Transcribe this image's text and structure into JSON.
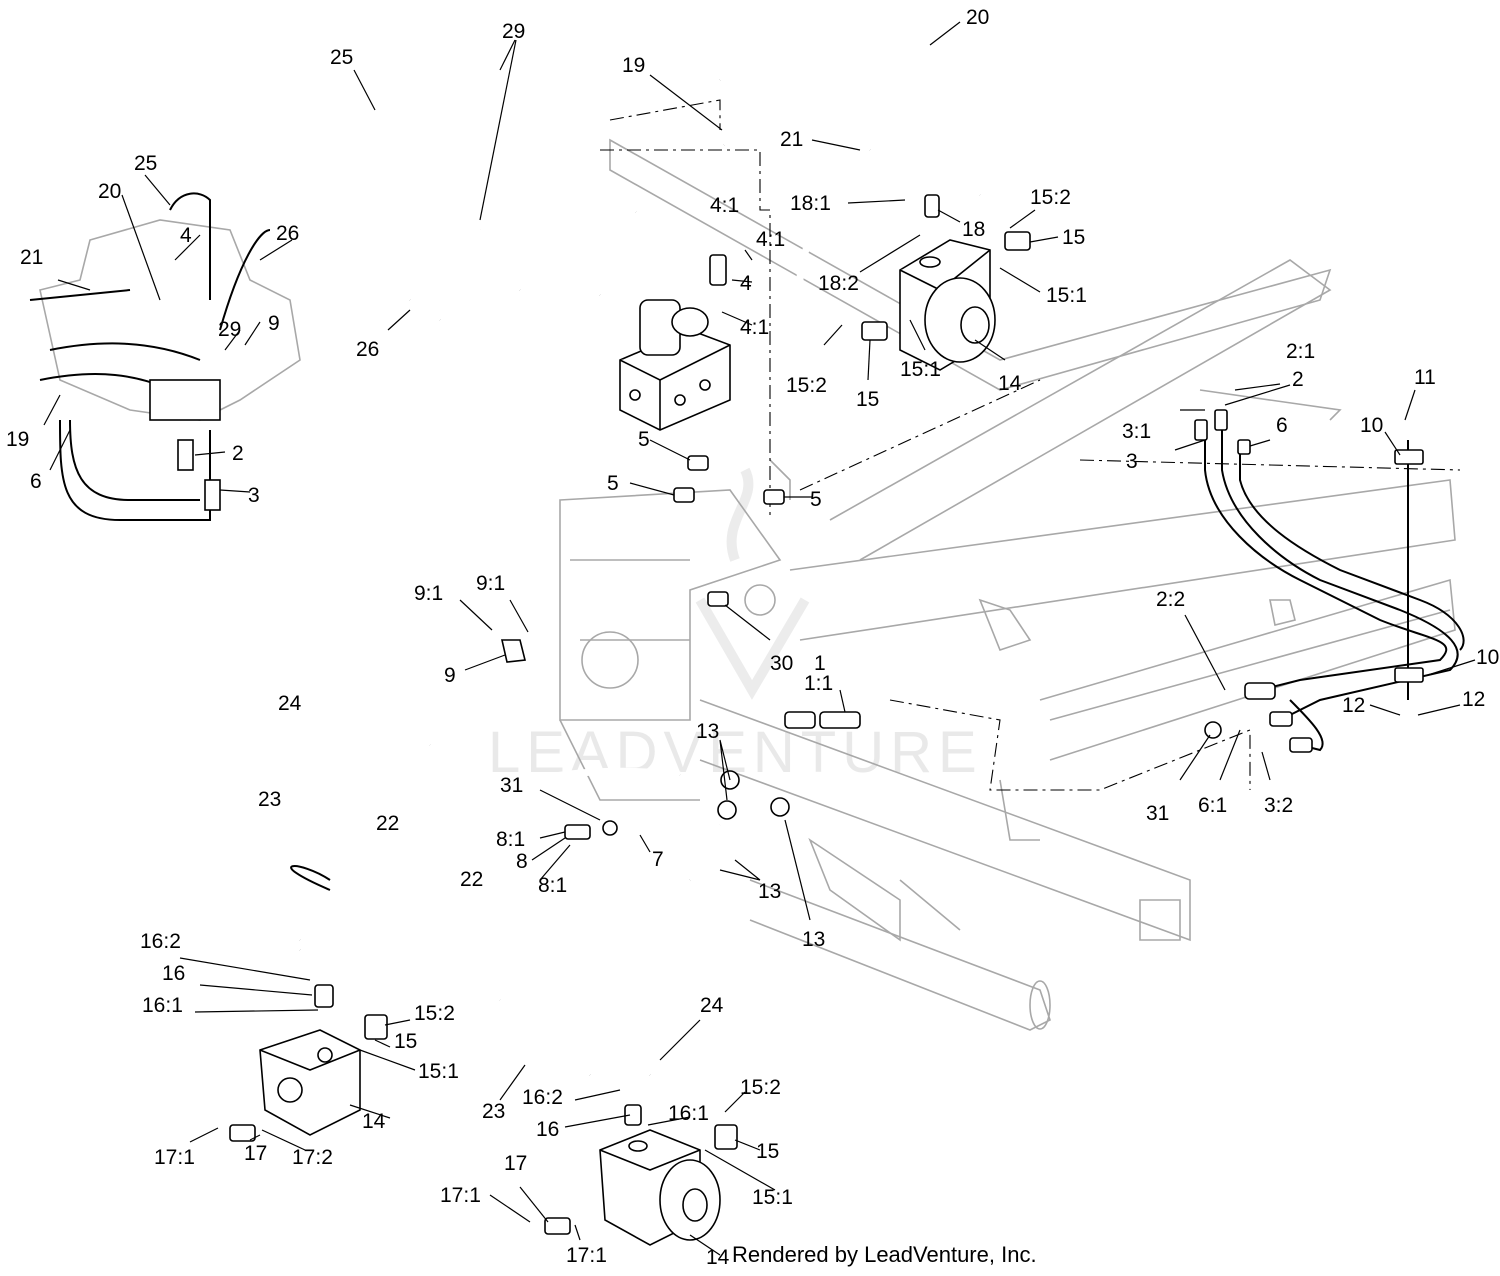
{
  "diagram": {
    "watermark": "LEADVENTURE",
    "credit": "Rendered by LeadVenture, Inc.",
    "callouts": [
      "29",
      "25",
      "20",
      "19",
      "21",
      "4:1",
      "4:1",
      "4",
      "4:1",
      "18:1",
      "18",
      "15:2",
      "15",
      "18:2",
      "15:1",
      "15:2",
      "15",
      "15:1",
      "14",
      "2:1",
      "2",
      "3:1",
      "3",
      "6",
      "11",
      "10",
      "25",
      "20",
      "4",
      "26",
      "21",
      "29",
      "9",
      "19",
      "2",
      "6",
      "3",
      "26",
      "5",
      "5",
      "5",
      "9:1",
      "9:1",
      "9",
      "30",
      "1",
      "1:1",
      "2:2",
      "10",
      "12",
      "12",
      "31",
      "6:1",
      "3:2",
      "24",
      "23",
      "22",
      "13",
      "31",
      "8:1",
      "8",
      "8:1",
      "7",
      "22",
      "13",
      "13",
      "16:2",
      "16",
      "16:1",
      "15:2",
      "15",
      "15:1",
      "14",
      "17:1",
      "17",
      "17:2",
      "24",
      "23",
      "16:2",
      "16",
      "16:1",
      "15:2",
      "15",
      "15:1",
      "17",
      "17:1",
      "17:1",
      "14"
    ]
  }
}
